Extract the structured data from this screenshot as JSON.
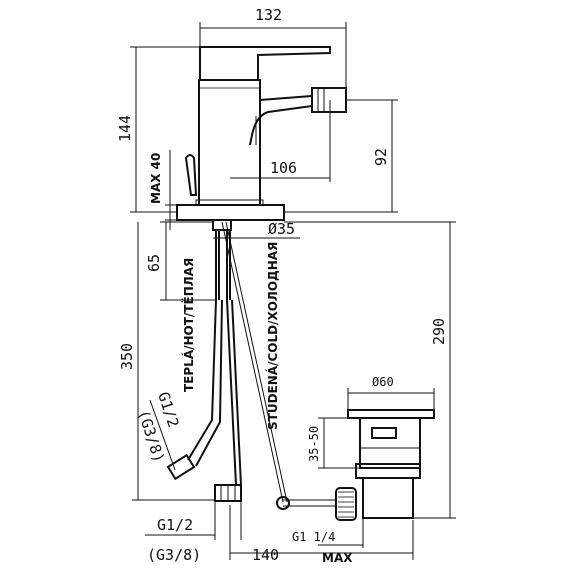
{
  "dimensions": {
    "overall_width": "132",
    "height_total": "144",
    "spout_height": "92",
    "spout_reach": "106",
    "max_deck": "MAX 40",
    "tail_length": "65",
    "base_diameter": "Ø35",
    "hose_length": "350",
    "below_deck": "290",
    "drain_diameter": "Ø60",
    "drain_range": "35-50",
    "connection_top": "G1/2",
    "connection_top_alt": "(G3/8)",
    "connection_bottom": "G1/2",
    "connection_bottom_alt": "(G3/8)",
    "drain_thread": "G1 1/4",
    "drain_max": "MAX",
    "drain_offset": "140"
  },
  "labels": {
    "hot": "TEPLÁ/HOT/ТЁПЛАЯ",
    "cold": "STUDENÁ/COLD/ХОЛОДНАЯ"
  }
}
